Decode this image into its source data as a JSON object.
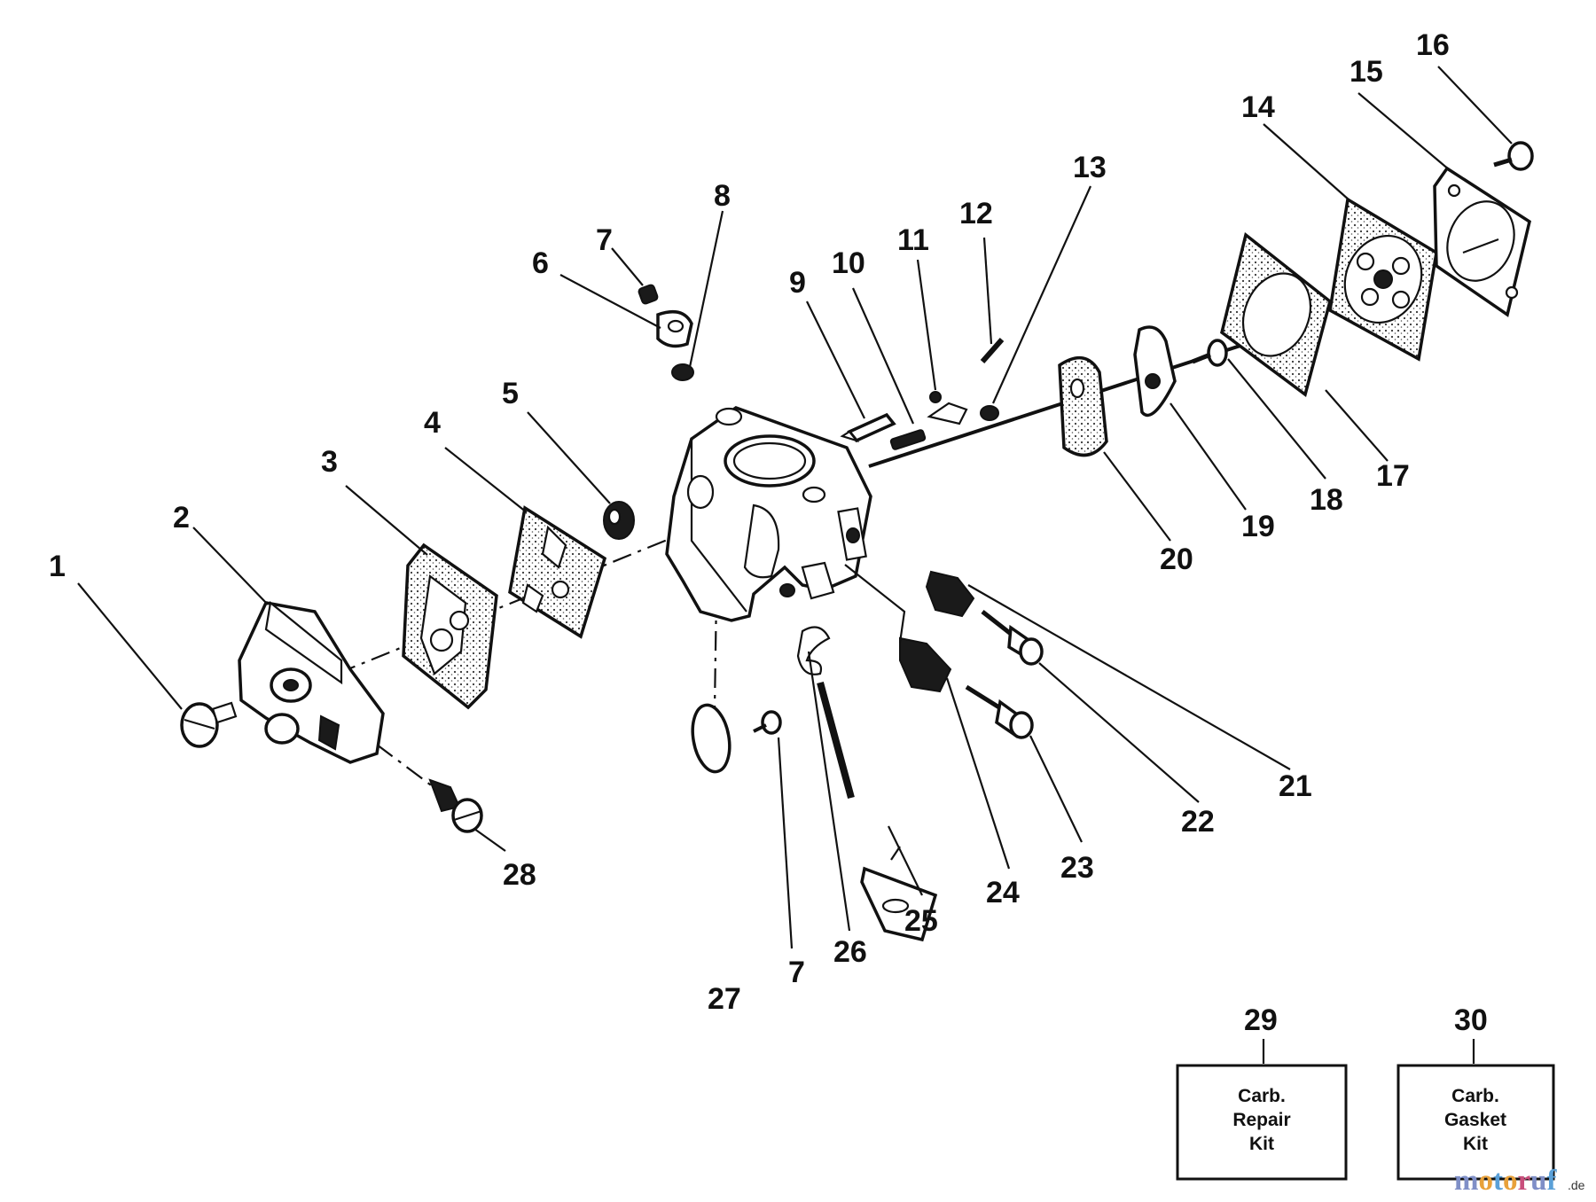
{
  "diagram": {
    "callouts": [
      "1",
      "2",
      "3",
      "4",
      "5",
      "6",
      "7",
      "8",
      "9",
      "10",
      "11",
      "12",
      "13",
      "14",
      "15",
      "16",
      "17",
      "18",
      "19",
      "20",
      "21",
      "22",
      "23",
      "24",
      "25",
      "26",
      "27",
      "7",
      "28"
    ],
    "kits": [
      {
        "number": "29",
        "lines": [
          "Carb.",
          "Repair",
          "Kit"
        ]
      },
      {
        "number": "30",
        "lines": [
          "Carb.",
          "Gasket",
          "Kit"
        ]
      }
    ]
  },
  "watermark": {
    "brand": "motoruf",
    "tld": ".de",
    "colors": {
      "m": "#7f8fc7",
      "o": "#e8a13a",
      "t": "#5aa0d8",
      "r": "#c94f7c"
    }
  }
}
